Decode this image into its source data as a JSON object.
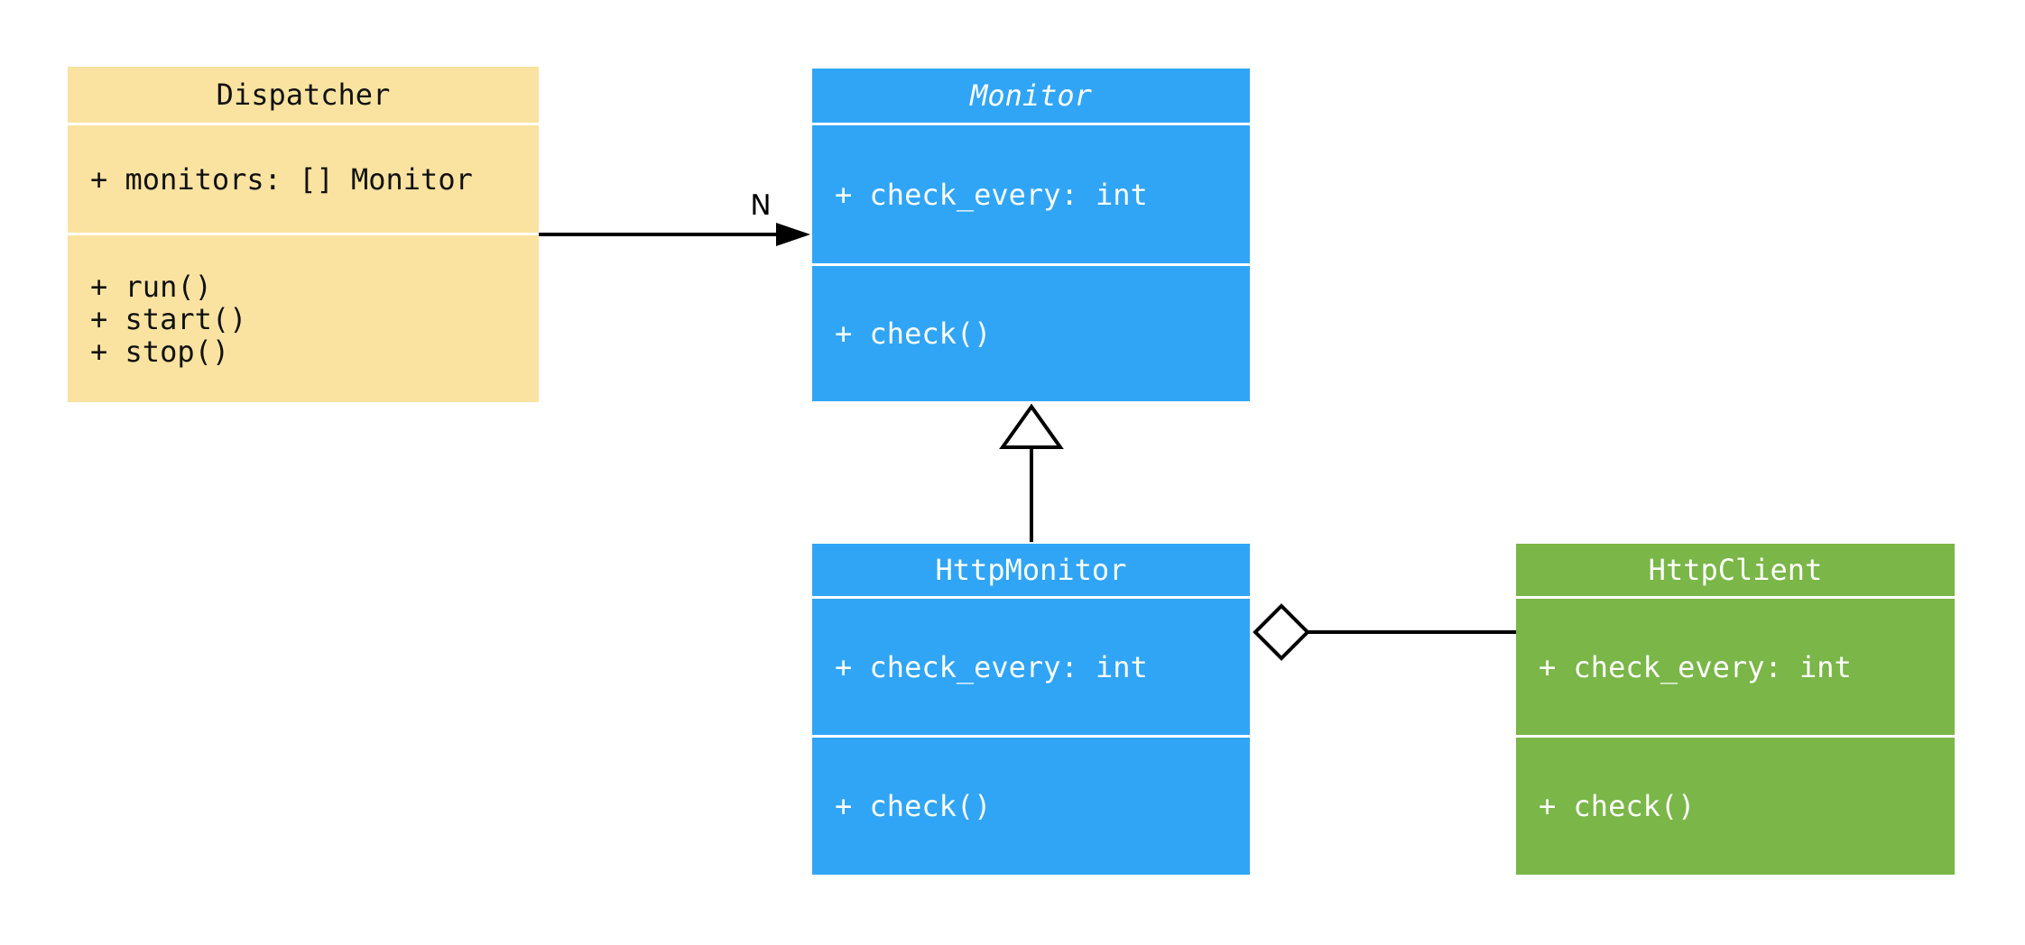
{
  "diagram": {
    "type": "uml-class-diagram",
    "background_color": "#ffffff",
    "line_color": "#000000",
    "classes": [
      {
        "name": "Dispatcher",
        "abstract": false,
        "fill": "#FAE3A1",
        "text_color": "#111111",
        "attributes": [
          "+ monitors: [] Monitor"
        ],
        "methods": [
          "+ run()",
          "+ start()",
          "+ stop()"
        ]
      },
      {
        "name": "Monitor",
        "abstract": true,
        "fill": "#30A5F6",
        "text_color": "#FFFFFF",
        "attributes": [
          "+ check_every: int"
        ],
        "methods": [
          "+ check()"
        ]
      },
      {
        "name": "HttpMonitor",
        "abstract": false,
        "fill": "#30A5F6",
        "text_color": "#FFFFFF",
        "attributes": [
          "+ check_every: int"
        ],
        "methods": [
          "+ check()"
        ]
      },
      {
        "name": "HttpClient",
        "abstract": false,
        "fill": "#7AB648",
        "text_color": "#FFFFFF",
        "attributes": [
          "+ check_every: int"
        ],
        "methods": [
          "+ check()"
        ]
      }
    ],
    "relationships": [
      {
        "type": "association",
        "from": "Dispatcher",
        "to": "Monitor",
        "label": "N"
      },
      {
        "type": "inheritance",
        "from": "HttpMonitor",
        "to": "Monitor",
        "label": ""
      },
      {
        "type": "aggregation",
        "from": "HttpMonitor",
        "to": "HttpClient",
        "label": ""
      }
    ]
  }
}
